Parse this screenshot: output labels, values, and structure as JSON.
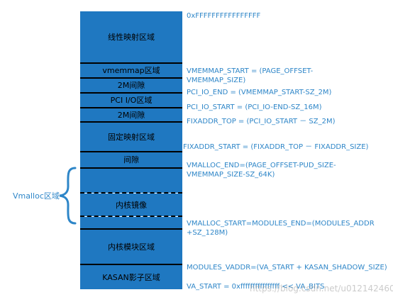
{
  "blocks": [
    {
      "id": "linear",
      "label": "线性映射区域"
    },
    {
      "id": "vmemmap",
      "label": "vmemmap区域"
    },
    {
      "id": "gap1",
      "label": "2M间隙"
    },
    {
      "id": "pci",
      "label": "PCI I/O区域"
    },
    {
      "id": "gap2",
      "label": "2M间隙"
    },
    {
      "id": "fixmap",
      "label": "固定映射区域"
    },
    {
      "id": "gap3",
      "label": "间隙"
    },
    {
      "id": "vmalloc-top",
      "label": ""
    },
    {
      "id": "kernel-image",
      "label": "内核镜像"
    },
    {
      "id": "modules",
      "label": "内核模块区域"
    },
    {
      "id": "kasan",
      "label": "KASAN影子区域"
    }
  ],
  "addresses": [
    {
      "id": "top",
      "lines": [
        "0xFFFFFFFFFFFFFFFF"
      ]
    },
    {
      "id": "vmemmap-start",
      "lines": [
        "VMEMMAP_START = (PAGE_OFFSET-",
        "VMEMMAP_SIZE)"
      ]
    },
    {
      "id": "pci-io-end",
      "lines": [
        "PCI_IO_END = (VMEMMAP_START-SZ_2M)"
      ]
    },
    {
      "id": "pci-io-start",
      "lines": [
        "PCI_IO_START = (PCI_IO-END-SZ_16M)"
      ]
    },
    {
      "id": "fixaddr-top",
      "lines": [
        "FIXADDR_TOP = (PCI_IO_START  －  SZ_2M)"
      ]
    },
    {
      "id": "fixaddr-start",
      "lines": [
        "FIXADDR_START = (FIXADDR_TOP  －  FIXADDR_SIZE)"
      ]
    },
    {
      "id": "vmalloc-end",
      "lines": [
        "VMALLOC_END=(PAGE_OFFSET-PUD_SIZE-",
        "VMEMMAP_SIZE-SZ_64K)"
      ]
    },
    {
      "id": "vmalloc-start",
      "lines": [
        "VMALLOC_START=MODULES_END=(MODULES_ADDR",
        "+SZ_128M)"
      ]
    },
    {
      "id": "modules-vaddr",
      "lines": [
        "MODULES_VADDR=(VA_START + KASAN_SHADOW_SIZE)"
      ]
    },
    {
      "id": "va-start",
      "lines": [
        "VA_START = 0xffffffffffffffff << VA_BITS"
      ]
    }
  ],
  "vmalloc_label": "Vmalloc区域",
  "watermark": "https://blog.csdn.net/u012142460",
  "colors": {
    "block_fill": "#1f78c1",
    "label_text": "#2e86c8",
    "divider": "#000000"
  }
}
